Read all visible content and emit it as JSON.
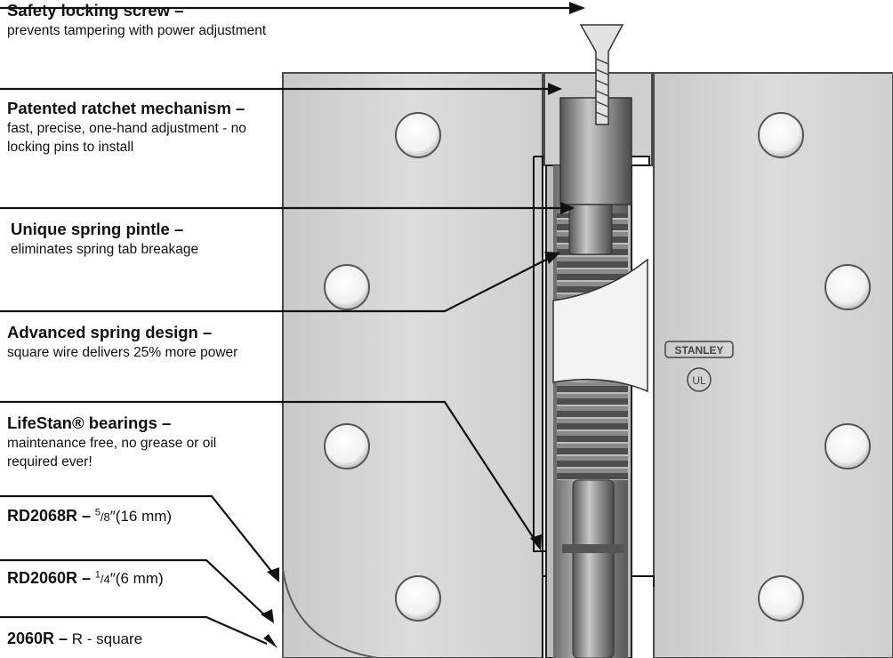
{
  "callouts": [
    {
      "title": "Safety locking screw –",
      "desc": "prevents tampering with power adjustment"
    },
    {
      "title": "Patented ratchet mechanism –",
      "desc": "fast, precise, one-hand adjustment - no locking pins to install"
    },
    {
      "title": "Unique spring pintle –",
      "desc": "eliminates spring tab breakage"
    },
    {
      "title": "Advanced spring design –",
      "desc": "square wire delivers 25% more power"
    },
    {
      "title": "LifeStan® bearings –",
      "desc": "maintenance free, no grease or oil required ever!"
    }
  ],
  "models": [
    {
      "code": "RD2068R –",
      "size_num": "5",
      "size_den": "8",
      "size_rest": "″(16 mm)"
    },
    {
      "code": "RD2060R –",
      "size_num": "1",
      "size_den": "4",
      "size_rest": "″(6 mm)"
    },
    {
      "code": "2060R –",
      "size_rest": "R - square"
    }
  ],
  "brand": {
    "logo": "STANLEY",
    "cert": "UL"
  },
  "colors": {
    "plate": "#d7d7d7",
    "plate_edge": "#4a4a4a",
    "barrel": "#9a9a9a",
    "line": "#111111"
  }
}
